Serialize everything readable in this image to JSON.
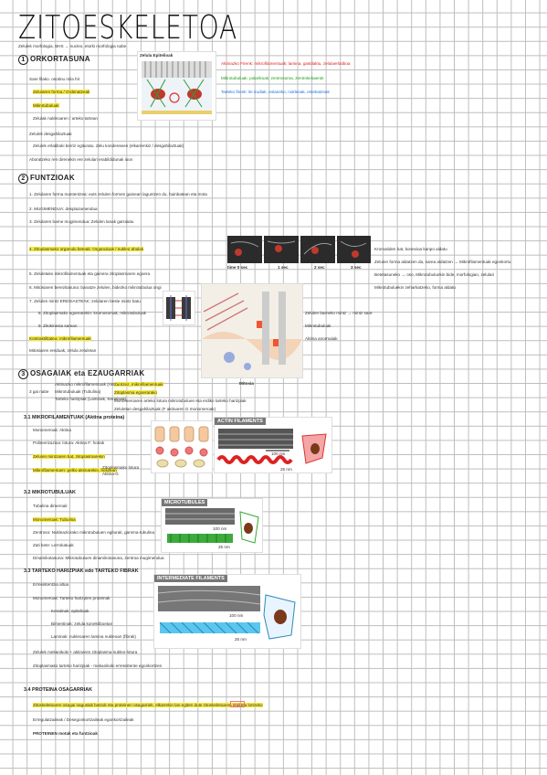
{
  "title": "ZITOESKELETOA",
  "intro": "Zelulek morfologia, BHS → nucleo, etorki morfologia nabe",
  "s1": {
    "num": "1",
    "heading": "ORKORTASUNA",
    "items": [
      "Sare filako. osotinu mila hit",
      "Zelularen forma / Ordenatzeak",
      "Mikrotubuluak",
      "Zelulak nukleoaren / arteko tartean",
      "Zelulek desgahilaztuak",
      "Zelulek erlatiboki berriz egituratu. Zelu kondenseen (elkarrenkiz / desgahilaztuak)",
      "Aboratzeko ren direnekin ere zelulari erabildidunak ioon"
    ],
    "legend": [
      "Aktinazko Firenk: mikrofilamentuak; lamina, gastilaktu, zelulaerlatiboa",
      "Mikrotubuluak: polarikoak, zentrosoma, zentrokekaerok",
      "Tarteko firenk: ile irudiak, eolaneko, nukleoak, estekatzeak"
    ],
    "figure_label": "Zelula Epitelioak"
  },
  "s2": {
    "num": "2",
    "heading": "FUNTZIOAK",
    "items": [
      "1. Zelularen forma mantentzea: euts zelulen formen gainean laguntzen du, hainbatean eta mota",
      "2. MUGIMENDUA: desplazamendua",
      "3. Zelularen barne mugimendua: Zelulen lanak garraiatu",
      "4. Zitoplasmako organulu beteak: Organuluak / nukleo ahulak",
      "5. Zeluletako mikrofilamentuak eta gainera zitoplasmaren egoera",
      "6. Mitosiaren berezitasuna: banatze zelulen, bidezko mikrotubulua ongi",
      "7. Zelulen mintz ERESIASTEAK: zelularen beste mintz batu",
      "8. Zitoplasmako egoerarekin: kromosomak, mikrotubuluak",
      "9. Zitokinesia sarean",
      "Kontraktilitatea: mikrofilamentuak",
      "Mitosiaren ereduak, zelula zeluletan"
    ],
    "time_labels": [
      "time  0 sec",
      "1 sec",
      "2 sec",
      "3 sec"
    ],
    "side_notes": [
      "Kromatiden bat, konexioa kanpo aldatu",
      "Zelulen forma aldatzen da, sarea aldatzen → Mikrofilamentuak egonkortu",
      "Betetasuneko → oso, Mikrotubuluekin bide, morfologian, zelulari",
      "Mikrotubuluekin zeharkatzeko, forma aldatu"
    ],
    "arrow_notes": [
      "Zelulen barneko mintz → mintz sare",
      "Mikrotubuluak",
      "Aktina anormalak"
    ],
    "figure_caption": "Mitosia"
  },
  "s3": {
    "num": "3",
    "heading": "OSAGAIAK eta EZAUGARRIAK",
    "list_intro": "3 gai nabe",
    "brace_items": [
      "Aktinazko mikrofilamentuak (Aktina)",
      "Mikrotubuluak (Tubulina)",
      "Tarteko harizpiak (Laminak, Keratinak)"
    ],
    "brace_right": [
      "Zuntzez, mikrofilamentuak",
      "Zitoplasma egoerarako",
      "Monomeroaren arteko lotura mikrotubuluen eta erdiko tarteko harizpiak",
      "Zeluletan desgahilaztuak (F aktinaren G monomeroak)"
    ],
    "sub31": {
      "heading": "3.1 MIKROFILAMENTUAK (Aktina proteina)",
      "items": [
        "Monomeroak: Aktina",
        "Polimerizazioa: lotura: Aktina F: horiak",
        "Zelulen mintzaren bat, zitoplasmarekin",
        "Mikrofilamentuen: gelko aktinarekin, helizean"
      ],
      "side": [
        "Zitoplasmako lotura",
        "Aktina-G"
      ],
      "fig_title": "ACTIN FILAMENTS",
      "scale1": "100 nm",
      "scale2": "25 nm",
      "badge": "B"
    },
    "sub32": {
      "heading": "3.2 MIKROTUBULUAK",
      "items": [
        "Tubulina dimeroak",
        "Monomeroak: Tubulina",
        "Zentroso: Nukleaziorako mikrotubuluen egiturak, gamma-tubulina",
        "Zati bete: Lerrokatuak",
        "Dinamikotasuna: Mikrotubuluen dinamikotasuna, zentroa mugimendua"
      ],
      "fig_title": "MICROTUBULES",
      "scale1": "100 nm",
      "scale2": "25 nm"
    },
    "sub33": {
      "heading": "3.3 TARTEKO HARIZPIAK edo TARTEKO FIBRAK",
      "items": [
        "Erresistentzia altua",
        "Monomeroak: Tarteko harizpien proteinak",
        "Keratinak: epitelioak",
        "Bimentinak: zelula konektiboetan",
        "Laminak: nukleoaren lamina nukleoan (fibrak)",
        "Zelulek mekanikoki + aktinaren zitoplasma nukleo-lotura",
        "Zitoplasmako tarteko harizpiak - mekanikoki erresistente egonkortzen"
      ],
      "fig_title": "INTERMEDIATE FILAMENTS",
      "scale1": "100 nm",
      "scale2": "25 nm",
      "badge": "A"
    },
    "sub34": {
      "heading": "3.4 PROTEINA OSAGARRIAK",
      "items": [
        "Zitoskeletoaren osagai nagusiak batzuk eta proteinen osagarriek, elkarrekin lan egiten dute zitoskeletoaren eraketa lortzeko",
        "Erregulatzaileak / Desegonkortzaileak egonkortzaileak",
        "PROTEINEN motak eta funtzioak"
      ],
      "tag": "MAP"
    }
  }
}
